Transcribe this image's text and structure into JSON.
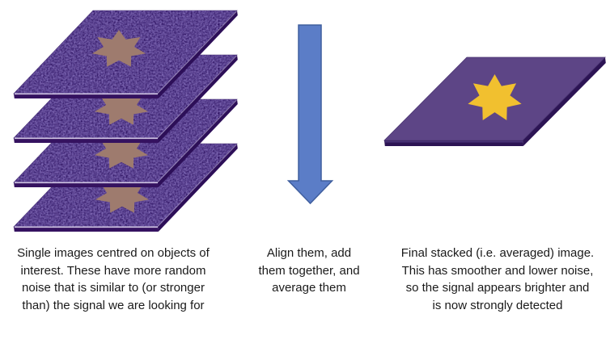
{
  "figure": {
    "stack_count": 4,
    "icons": {
      "stack_star": "faint-7-point-star",
      "result_star": "bright-7-point-star",
      "arrow": "down-arrow"
    }
  },
  "colors": {
    "background": "#ffffff",
    "plane_fill": "#5f4a99",
    "plane_front": "#351260",
    "plane_side": "#2d0f58",
    "edge_highlight": "#cfc4e2",
    "smooth_fill": "#5d4586",
    "smooth_front": "#2c1454",
    "smooth_edge_line": "#4a3478",
    "faint_star": "#9e7b6e",
    "bright_star": "#f1c02f",
    "arrow_fill": "#5b7dc7",
    "arrow_stroke": "#3f5e9e",
    "text": "#1a1a1a"
  },
  "captions": {
    "left": [
      "Single images centred on objects of",
      "interest. These have more random",
      "noise that is similar to (or stronger",
      "than) the signal we are looking for"
    ],
    "middle": [
      "Align them, add",
      "them together, and",
      "average them"
    ],
    "right": [
      "Final stacked (i.e. averaged) image.",
      "This has smoother and lower noise,",
      "so the signal appears brighter and",
      "is now strongly detected"
    ]
  }
}
